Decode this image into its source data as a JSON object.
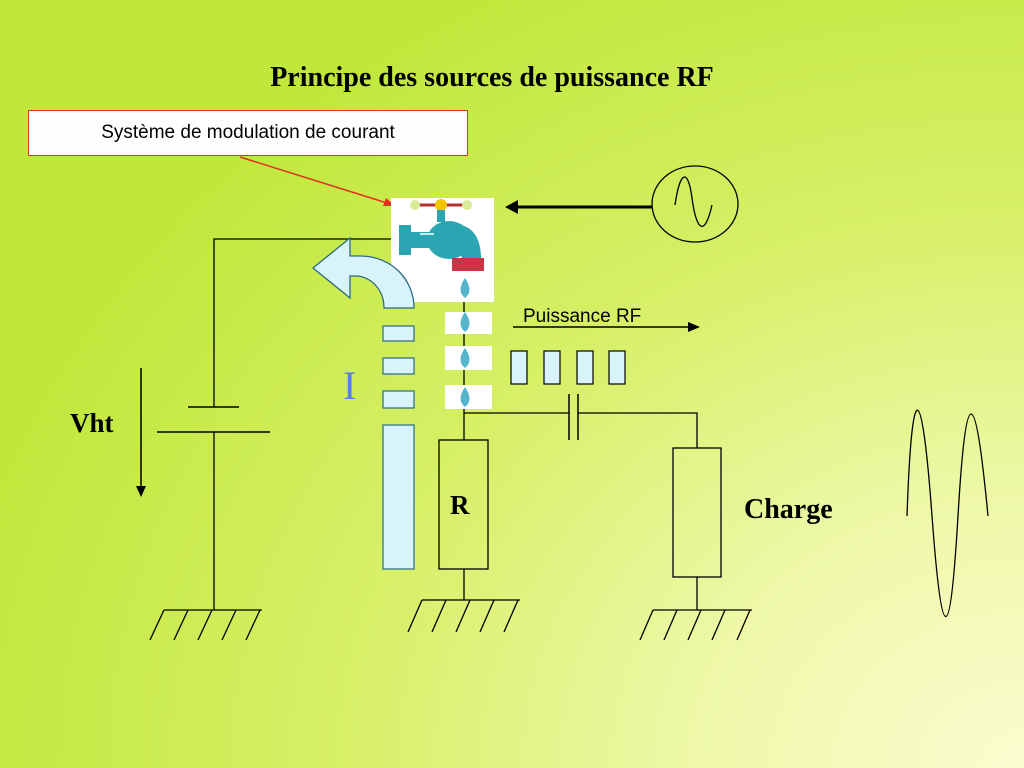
{
  "title": "Principe des sources de puissance RF",
  "modulation_label": "Système de modulation de courant",
  "labels": {
    "vht": "Vht",
    "current": "I",
    "resistor": "R",
    "rf_power": "Puissance RF",
    "load": "Charge"
  },
  "colors": {
    "background_light": "#fbfcd0",
    "background_green": "#bfe83a",
    "callout_border": "#e03020",
    "tap_body": "#2aa6b2",
    "water_drop": "#56b4cc",
    "current_label": "#5a7ee8",
    "block_fill": "#d8f4fa"
  },
  "icons": [
    "water-tap-icon",
    "water-drop-icon",
    "curved-arrow-icon",
    "sine-source-icon",
    "ground-icon",
    "sine-wave-icon"
  ]
}
